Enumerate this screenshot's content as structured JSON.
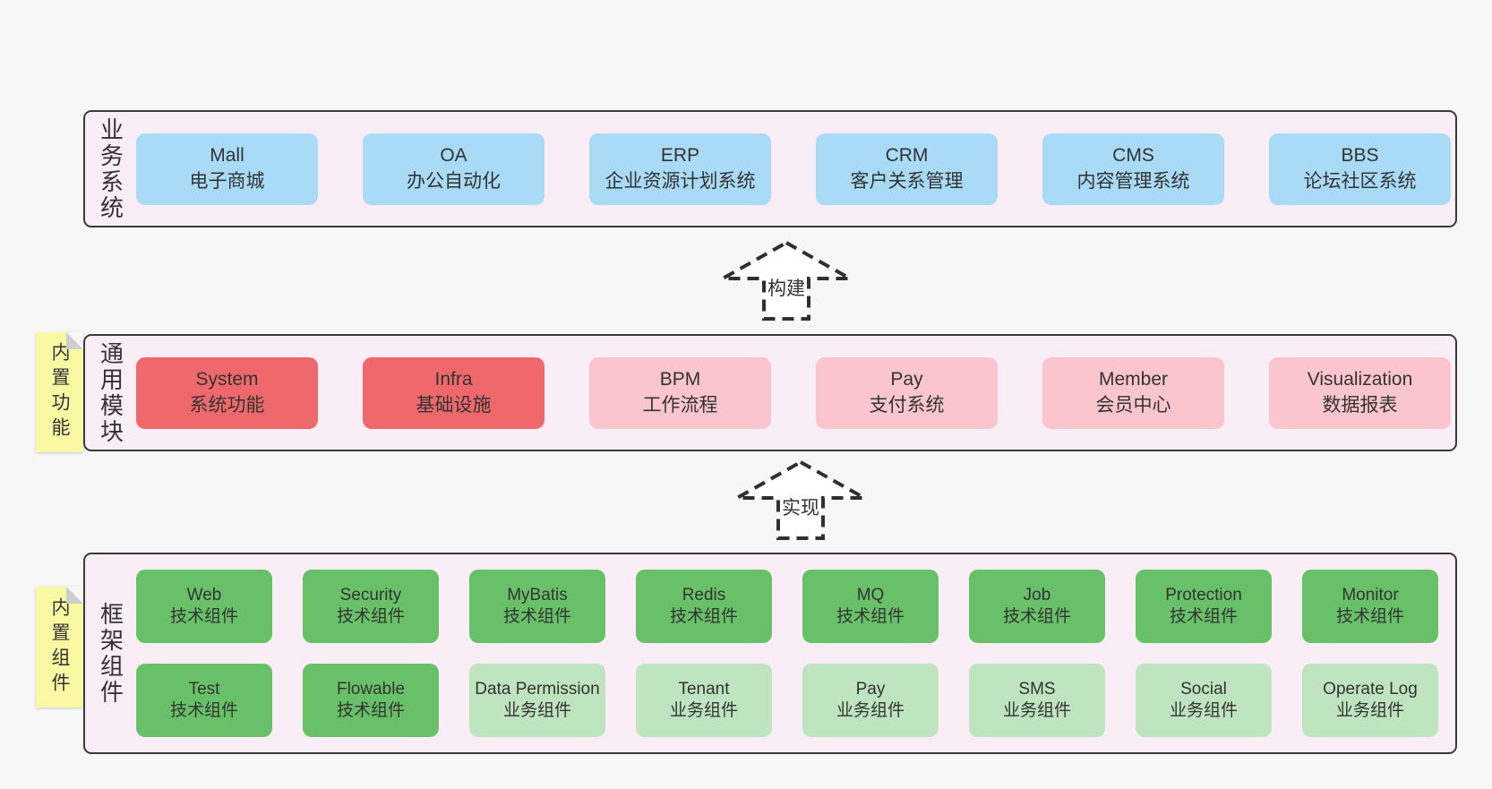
{
  "diagram": {
    "panels": [
      {
        "id": "business-systems",
        "label": "业务系统",
        "rows": [
          [
            {
              "en": "Mall",
              "cn": "电子商城",
              "type": "blue"
            },
            {
              "en": "OA",
              "cn": "办公自动化",
              "type": "blue"
            },
            {
              "en": "ERP",
              "cn": "企业资源计划系统",
              "type": "blue"
            },
            {
              "en": "CRM",
              "cn": "客户关系管理",
              "type": "blue"
            },
            {
              "en": "CMS",
              "cn": "内容管理系统",
              "type": "blue"
            },
            {
              "en": "BBS",
              "cn": "论坛社区系统",
              "type": "blue"
            }
          ]
        ]
      },
      {
        "id": "common-modules",
        "label": "通用模块",
        "rows": [
          [
            {
              "en": "System",
              "cn": "系统功能",
              "type": "red"
            },
            {
              "en": "Infra",
              "cn": "基础设施",
              "type": "red"
            },
            {
              "en": "BPM",
              "cn": "工作流程",
              "type": "pink"
            },
            {
              "en": "Pay",
              "cn": "支付系统",
              "type": "pink"
            },
            {
              "en": "Member",
              "cn": "会员中心",
              "type": "pink"
            },
            {
              "en": "Visualization",
              "cn": "数据报表",
              "type": "pink"
            }
          ]
        ]
      },
      {
        "id": "framework-components",
        "label": "框架组件",
        "rows": [
          [
            {
              "en": "Web",
              "cn": "技术组件",
              "type": "green"
            },
            {
              "en": "Security",
              "cn": "技术组件",
              "type": "green"
            },
            {
              "en": "MyBatis",
              "cn": "技术组件",
              "type": "green"
            },
            {
              "en": "Redis",
              "cn": "技术组件",
              "type": "green"
            },
            {
              "en": "MQ",
              "cn": "技术组件",
              "type": "green"
            },
            {
              "en": "Job",
              "cn": "技术组件",
              "type": "green"
            },
            {
              "en": "Protection",
              "cn": "技术组件",
              "type": "green"
            },
            {
              "en": "Monitor",
              "cn": "技术组件",
              "type": "green"
            }
          ],
          [
            {
              "en": "Test",
              "cn": "技术组件",
              "type": "green"
            },
            {
              "en": "Flowable",
              "cn": "技术组件",
              "type": "green"
            },
            {
              "en": "Data Permission",
              "cn": "业务组件",
              "type": "green_light"
            },
            {
              "en": "Tenant",
              "cn": "业务组件",
              "type": "green_light"
            },
            {
              "en": "Pay",
              "cn": "业务组件",
              "type": "green_light"
            },
            {
              "en": "SMS",
              "cn": "业务组件",
              "type": "green_light"
            },
            {
              "en": "Social",
              "cn": "业务组件",
              "type": "green_light"
            },
            {
              "en": "Operate Log",
              "cn": "业务组件",
              "type": "green_light"
            }
          ]
        ]
      }
    ],
    "arrows": [
      {
        "label": "构建"
      },
      {
        "label": "实现"
      }
    ],
    "notes": [
      {
        "label": "内置功能"
      },
      {
        "label": "内置组件"
      }
    ],
    "colors": {
      "page_bg": "#f7f7f7",
      "panel_bg": "#f9edf6",
      "panel_border": "#3a3a3a",
      "blue": "#a9dbf6",
      "red": "#ef696c",
      "pink": "#fbc5ce",
      "green": "#68c168",
      "green_light": "#bee5bf",
      "note_bg": "#f9f9a3",
      "fold": "#cfcfcf",
      "text": "#333333"
    }
  }
}
